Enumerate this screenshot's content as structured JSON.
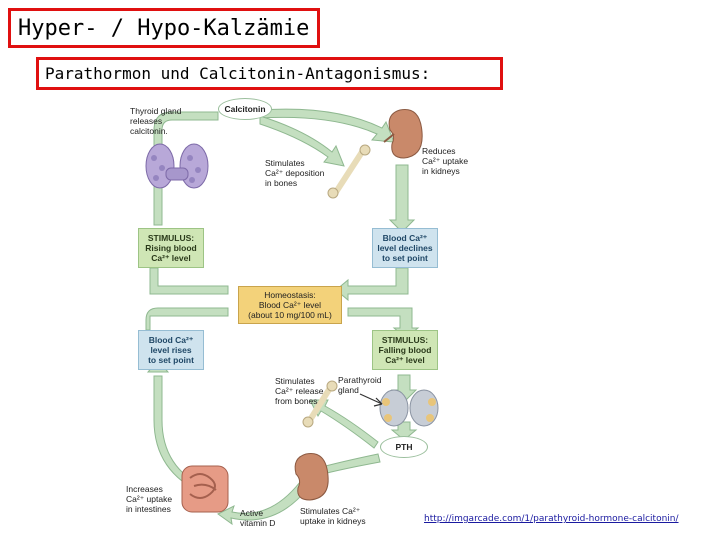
{
  "title": "Hyper- / Hypo-Kalzämie",
  "subtitle": "Parathormon und Calcitonin-Antagonismus:",
  "diagram": {
    "thyroid_label": "Thyroid gland\nreleases\ncalcitonin.",
    "calcitonin": "Calcitonin",
    "stimulates_deposition": "Stimulates\nCa²⁺ deposition\nin bones",
    "reduces_uptake": "Reduces\nCa²⁺ uptake\nin kidneys",
    "stimulus_rising": "STIMULUS:\nRising blood\nCa²⁺ level",
    "blood_declines": "Blood Ca²⁺\nlevel declines\nto set point",
    "homeostasis": "Homeostasis:\nBlood Ca²⁺ level\n(about 10 mg/100 mL)",
    "blood_rises": "Blood Ca²⁺\nlevel rises\nto set point",
    "stimulus_falling": "STIMULUS:\nFalling blood\nCa²⁺ level",
    "stimulates_release": "Stimulates\nCa²⁺ release\nfrom bones",
    "parathyroid_label": "Parathyroid\ngland",
    "pth": "PTH",
    "increases_uptake": "Increases\nCa²⁺ uptake\nin intestines",
    "active_vitd": "Active\nvitamin D",
    "stimulates_kidneys": "Stimulates Ca²⁺\nuptake in kidneys"
  },
  "source_url": "http://imgarcade.com/1/parathyroid-hormone-calcitonin/",
  "colors": {
    "frame_red": "#e01010",
    "arrow_green": "#c4dfc0",
    "green_box": "#cfe6b5",
    "blue_box": "#cfe3ee",
    "yellow_box": "#f3d27a"
  }
}
